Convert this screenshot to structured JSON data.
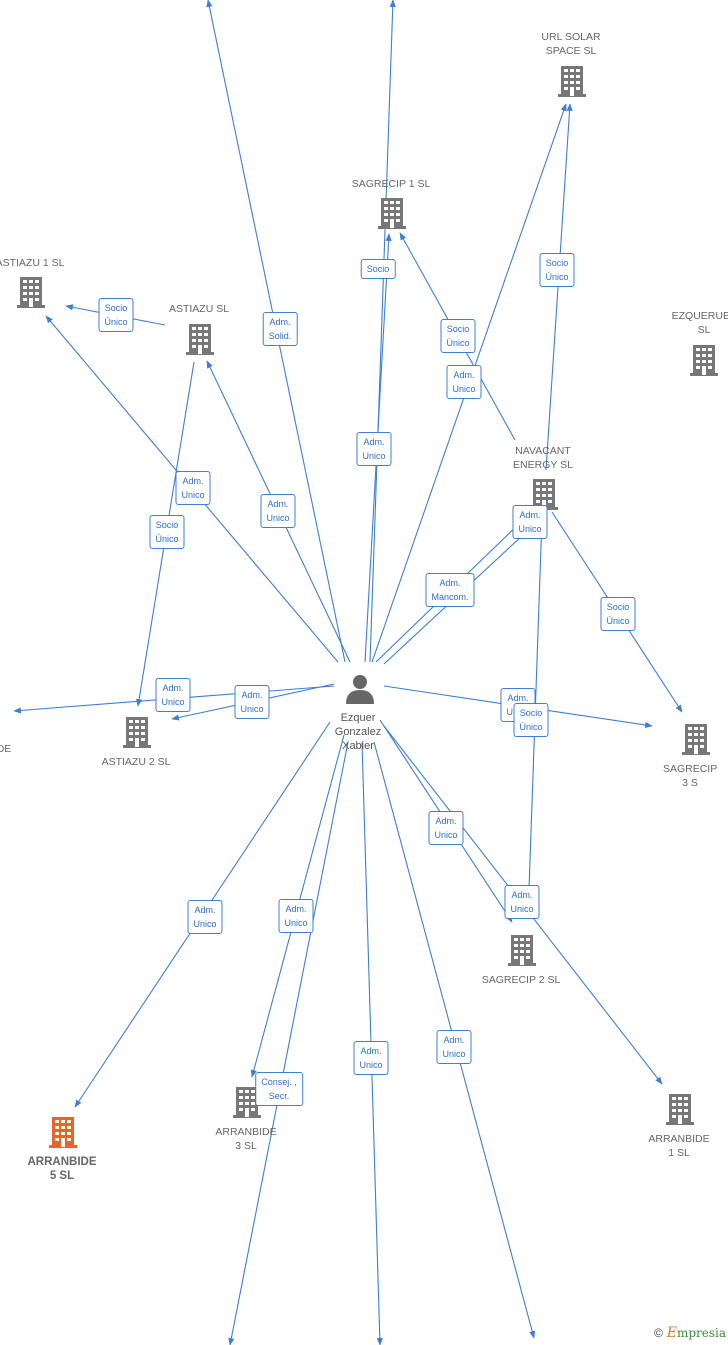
{
  "diagram": {
    "person": {
      "id": "person",
      "label": "Ezquer\nGonzalez\nXabier"
    },
    "nodes": [
      {
        "id": "url_solar",
        "label": "URL SOLAR\nSPACE  SL",
        "highlight": false
      },
      {
        "id": "sagrecip1",
        "label": "SAGRECIP 1  SL",
        "highlight": false
      },
      {
        "id": "astiazu1",
        "label": "ASTIAZU 1  SL",
        "highlight": false
      },
      {
        "id": "astiazu",
        "label": "ASTIAZU  SL",
        "highlight": false
      },
      {
        "id": "ezqueruet",
        "label": "EZQUERUET\nSL",
        "highlight": false
      },
      {
        "id": "navacant",
        "label": "NAVACANT\nENERGY  SL",
        "highlight": false
      },
      {
        "id": "astiazu2",
        "label": "ASTIAZU 2  SL",
        "highlight": false
      },
      {
        "id": "arranbide_left",
        "label": "DE",
        "highlight": false
      },
      {
        "id": "sagrecip3",
        "label": "SAGRECIP 3  S",
        "highlight": false
      },
      {
        "id": "sagrecip2",
        "label": "SAGRECIP 2  SL",
        "highlight": false
      },
      {
        "id": "arranbide5",
        "label": "ARRANBIDE\n5  SL",
        "highlight": true
      },
      {
        "id": "arranbide3",
        "label": "ARRANBIDE\n3  SL",
        "highlight": false
      },
      {
        "id": "arranbide1",
        "label": "ARRANBIDE\n1  SL",
        "highlight": false
      }
    ],
    "edge_labels": [
      {
        "id": "e_astiazu_astiazu1",
        "text": "Socio\nÚnico"
      },
      {
        "id": "e_p_top_left",
        "text": "Adm.\nSolid."
      },
      {
        "id": "e_p_sagrecip1_socio",
        "text": "Socio"
      },
      {
        "id": "e_p_sagrecip1_adm",
        "text": "Adm.\nUnico"
      },
      {
        "id": "e_navacant_sagrecip1",
        "text": "Socio\nÚnico"
      },
      {
        "id": "e_p_url_adm",
        "text": "Adm.\nUnico"
      },
      {
        "id": "e_navacant_url",
        "text": "Socio\nÚnico"
      },
      {
        "id": "e_p_astiazu1_adm",
        "text": "Adm.\nUnico"
      },
      {
        "id": "e_p_astiazu_adm",
        "text": "Adm.\nUnico"
      },
      {
        "id": "e_astiazu_astiazu2",
        "text": "Socio\nÚnico"
      },
      {
        "id": "e_p_navacant_adm",
        "text": "Adm.\nUnico"
      },
      {
        "id": "e_p_navacant_manc",
        "text": "Adm.\nMancom."
      },
      {
        "id": "e_navacant_sagrecip3",
        "text": "Socio\nÚnico"
      },
      {
        "id": "e_p_left_adm",
        "text": "Adm.\nUnico"
      },
      {
        "id": "e_p_astiazu2_adm",
        "text": "Adm.\nUnico"
      },
      {
        "id": "e_p_sagrecip3_adm",
        "text": "Adm.\nUnico"
      },
      {
        "id": "e_navacant_sagrecip2",
        "text": "Socio\nÚnico"
      },
      {
        "id": "e_p_sagrecip2_adm",
        "text": "Adm.\nUnico"
      },
      {
        "id": "e_p_arranbide1_adm",
        "text": "Adm.\nUnico"
      },
      {
        "id": "e_p_arranbide5_adm",
        "text": "Adm.\nUnico"
      },
      {
        "id": "e_p_arranbide3_adm",
        "text": "Adm.\nUnico"
      },
      {
        "id": "e_p_arranbide3_consej",
        "text": "Consej. ,\nSecr."
      },
      {
        "id": "e_p_bottom_mid",
        "text": "Adm.\nUnico"
      },
      {
        "id": "e_p_bottom_right",
        "text": "Adm.\nUnico"
      }
    ],
    "colors": {
      "edge": "#3d7fd0",
      "building": "#777777",
      "building_highlight": "#f0602a",
      "person": "#666666"
    },
    "footer": {
      "copyright": "©",
      "brand_initial": "E",
      "brand_rest": "mpresia"
    }
  }
}
